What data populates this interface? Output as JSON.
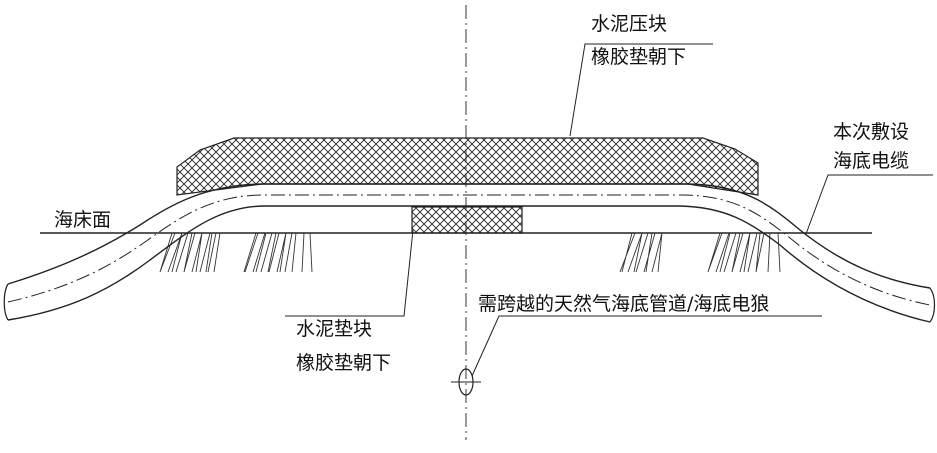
{
  "labels": {
    "cement_cover_block": "水泥压块",
    "rubber_pad_down_top": "橡胶垫朝下",
    "seabed_surface": "海床面",
    "new_cable_line1": "本次敷设",
    "new_cable_line2": "海底电缆",
    "cement_pad_block": "水泥垫块",
    "rubber_pad_down_bottom": "橡胶垫朝下",
    "existing_crossing": "需跨越的天然气海底管道/海底电狼"
  },
  "colors": {
    "line": "#222222",
    "background": "#ffffff"
  }
}
